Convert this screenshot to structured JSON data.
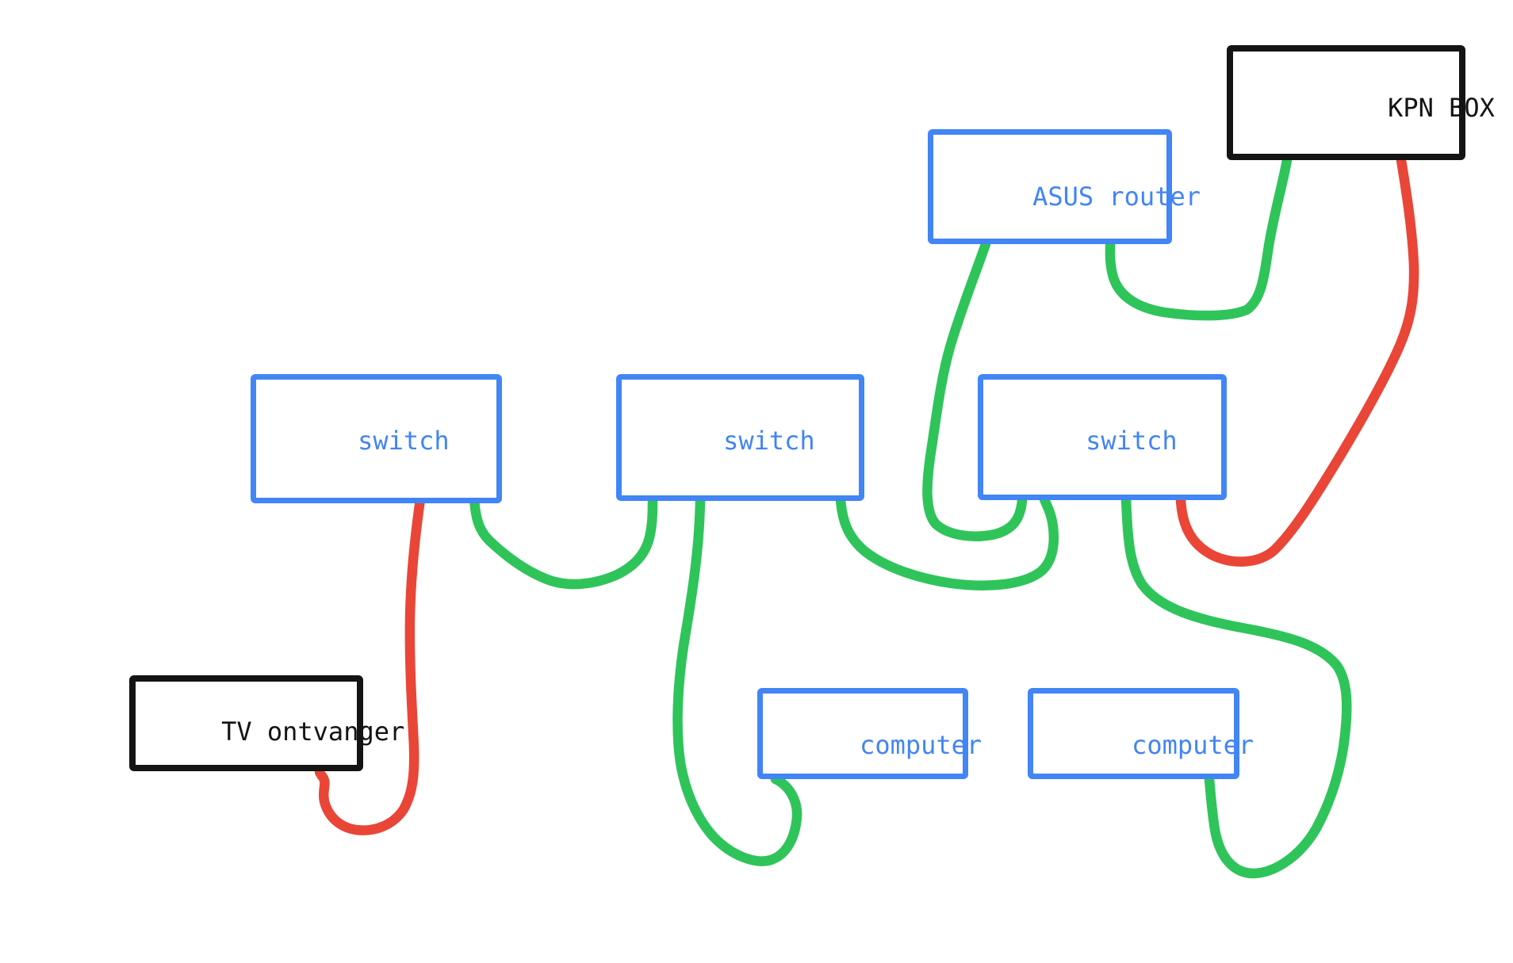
{
  "palette": {
    "ink_blue": "#4285f4",
    "ink_green": "#2fc45a",
    "ink_red": "#e94638",
    "ink_black": "#141414",
    "canvas_bg": "#ffffff"
  },
  "nodes": {
    "kpn_box": {
      "label": "KPN BOX",
      "border_color": "black"
    },
    "asus_router": {
      "label": "ASUS router",
      "border_color": "blue"
    },
    "switch_left": {
      "label": "switch",
      "border_color": "blue"
    },
    "switch_middle": {
      "label": "switch",
      "border_color": "blue"
    },
    "switch_right": {
      "label": "switch",
      "border_color": "blue"
    },
    "tv_ontvanger": {
      "label": "TV ontvanger",
      "border_color": "black"
    },
    "computer_left": {
      "label": "computer",
      "border_color": "blue"
    },
    "computer_right": {
      "label": "computer",
      "border_color": "blue"
    }
  },
  "connections": [
    {
      "from": "kpn_box",
      "to": "asus_router",
      "cable_color": "green"
    },
    {
      "from": "kpn_box",
      "to": "switch_right",
      "cable_color": "red"
    },
    {
      "from": "asus_router",
      "to": "switch_right",
      "cable_color": "green"
    },
    {
      "from": "switch_left",
      "to": "switch_middle",
      "cable_color": "green"
    },
    {
      "from": "switch_middle",
      "to": "switch_right",
      "cable_color": "green"
    },
    {
      "from": "switch_left",
      "to": "tv_ontvanger",
      "cable_color": "red"
    },
    {
      "from": "switch_middle",
      "to": "computer_left",
      "cable_color": "green"
    },
    {
      "from": "switch_right",
      "to": "computer_right",
      "cable_color": "green"
    }
  ]
}
